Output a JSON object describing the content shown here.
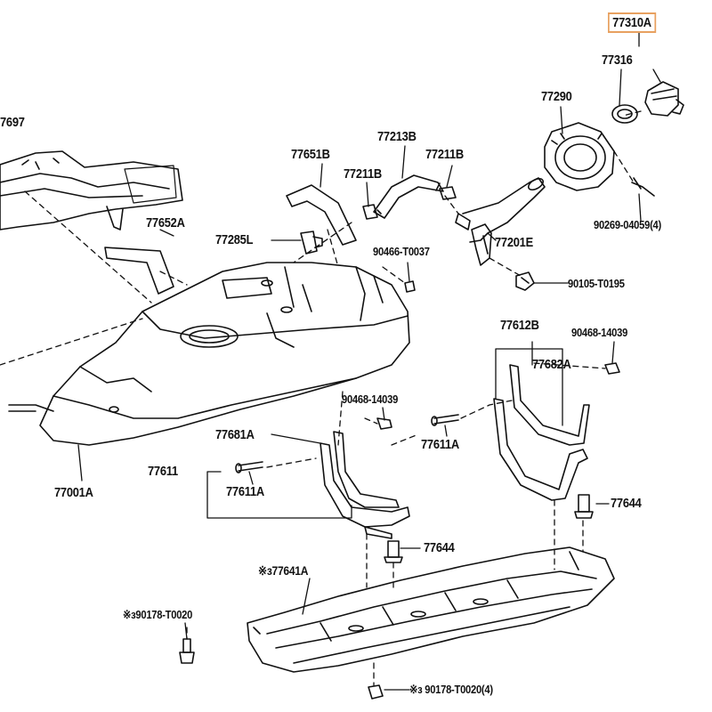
{
  "labels": {
    "p77310A": "77310A",
    "p77316": "77316",
    "p77290": "77290",
    "p697": "7697",
    "p77651B": "77651B",
    "p77213B": "77213B",
    "p77211B_a": "77211B",
    "p77211B_b": "77211B",
    "p77652A": "77652A",
    "p77285L": "77285L",
    "p77201E": "77201E",
    "p90269": "90269-04059(4)",
    "p90466": "90466-T0037",
    "p90105": "90105-T0195",
    "p77612B": "77612B",
    "p90468_r": "90468-14039",
    "p77682A": "77682A",
    "p90468_m": "90468-14039",
    "p77681A": "77681A",
    "p77611_grp": "77611",
    "p77611A_r": "77611A",
    "p77611A_l": "77611A",
    "p77001A": "77001A",
    "p77644_r": "77644",
    "p77644_m": "77644",
    "p77641A": "※ɜ77641A",
    "p90178_l": "※ɜ90178-T0020",
    "p90178_b": "※ɜ 90178-T0020(4)"
  },
  "colors": {
    "line": "#111111",
    "highlight_border": "#e8a160"
  }
}
